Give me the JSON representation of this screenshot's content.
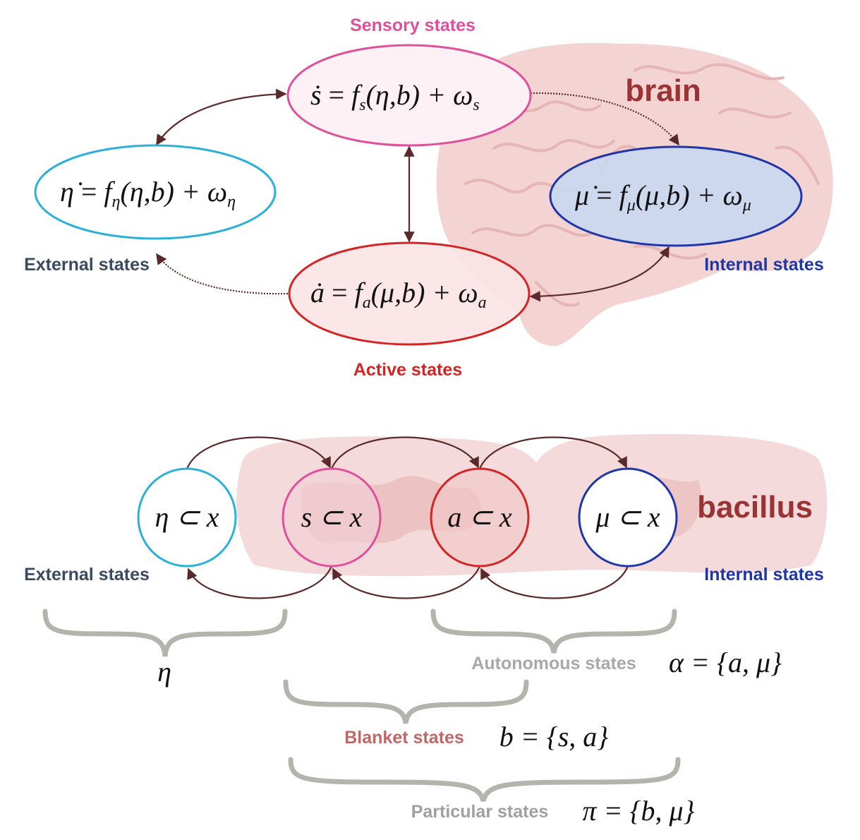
{
  "colors": {
    "sensory": "#e0509a",
    "external": "#2bb0d8",
    "internal": "#1f35a8",
    "active": "#d42424",
    "arrow": "#5a2a2a",
    "brace": "#b4b4ac",
    "organism_label": "#9a3434"
  },
  "top": {
    "organism": "brain",
    "labels": {
      "sensory": "Sensory states",
      "external": "External states",
      "internal": "Internal states",
      "active": "Active states"
    },
    "equations": {
      "sensory": {
        "lhs": "ṡ",
        "eq": " = ",
        "f": "f",
        "f_sub": "s",
        "args": "(η,b) + ω",
        "w_sub": "s"
      },
      "external": {
        "lhs": "η̇",
        "eq": " = ",
        "f": "f",
        "f_sub": "η",
        "args": "(η,b) + ω",
        "w_sub": "η"
      },
      "internal": {
        "lhs": "μ̇",
        "eq": " = ",
        "f": "f",
        "f_sub": "μ",
        "args": "(μ,b) + ω",
        "w_sub": "μ"
      },
      "active": {
        "lhs": "ȧ",
        "eq": " = ",
        "f": "f",
        "f_sub": "a",
        "args": "(μ,b) + ω",
        "w_sub": "a"
      }
    }
  },
  "bottom": {
    "organism": "bacillus",
    "labels": {
      "external": "External states",
      "internal": "Internal states"
    },
    "nodes": [
      "η ⊂ x",
      "s ⊂ x",
      "a ⊂ x",
      "μ ⊂ x"
    ],
    "groups": {
      "external": {
        "symbol": "η"
      },
      "autonomous": {
        "label": "Autonomous states",
        "formula": "α = {a, μ}"
      },
      "blanket": {
        "label": "Blanket states",
        "formula": "b = {s, a}"
      },
      "particular": {
        "label": "Particular states",
        "formula": "π = {b, μ}"
      }
    }
  }
}
